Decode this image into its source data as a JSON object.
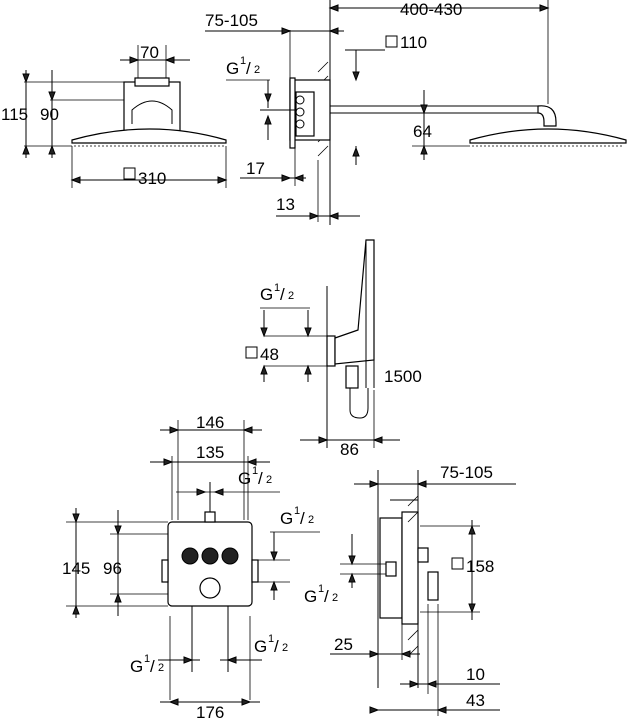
{
  "views": {
    "head_front": {
      "dims": {
        "top_width": "70",
        "total_height": "115",
        "head_height": "90",
        "head_width": "310",
        "head_width_symbol": "□"
      }
    },
    "head_side": {
      "dims": {
        "wall_range": "75-105",
        "arm_range": "400-430",
        "thread_g": "G",
        "thread_num": "1",
        "thread_den": "2",
        "plate_size": "110",
        "plate_symbol": "□",
        "drop": "64",
        "offset_17": "17",
        "offset_13": "13"
      }
    },
    "hand_shower": {
      "dims": {
        "thread_g": "G",
        "thread_num": "1",
        "thread_den": "2",
        "plate_size": "48",
        "plate_symbol": "□",
        "hose_length": "1500",
        "projection": "86"
      }
    },
    "valve_front": {
      "dims": {
        "width_146": "146",
        "width_135": "135",
        "thread_top_g": "G",
        "thread_top_num": "1",
        "thread_top_den": "2",
        "thread_right_g": "G",
        "thread_right_num": "1",
        "thread_right_den": "2",
        "height_145": "145",
        "height_96": "96",
        "thread_bl_g": "G",
        "thread_bl_num": "1",
        "thread_bl_den": "2",
        "thread_br_g": "G",
        "thread_br_num": "1",
        "thread_br_den": "2",
        "width_176": "176"
      }
    },
    "valve_side": {
      "dims": {
        "wall_range": "75-105",
        "plate_size": "158",
        "plate_symbol": "□",
        "thread_g": "G",
        "thread_num": "1",
        "thread_den": "2",
        "depth_25": "25",
        "depth_10": "10",
        "depth_43": "43"
      }
    }
  }
}
